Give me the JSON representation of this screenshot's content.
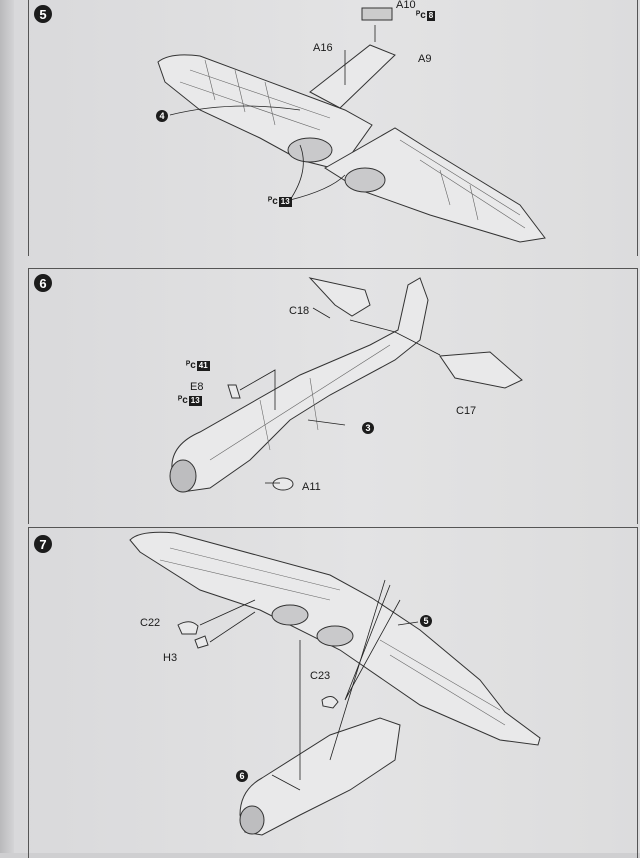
{
  "steps": {
    "s5": {
      "number": "5",
      "labels": {
        "a10": "A10",
        "a16": "A16",
        "a9": "A9"
      },
      "sub_ref": "4",
      "paint": [
        {
          "flag": "ᴾc",
          "code": "8"
        },
        {
          "flag": "ᴾc",
          "code": "13"
        }
      ]
    },
    "s6": {
      "number": "6",
      "labels": {
        "c18": "C18",
        "c17": "C17",
        "e8": "E8",
        "a11": "A11"
      },
      "sub_ref": "3",
      "paint": [
        {
          "flag": "ᴾc",
          "code": "41"
        },
        {
          "flag": "ᴾc",
          "code": "13"
        }
      ]
    },
    "s7": {
      "number": "7",
      "labels": {
        "c22": "C22",
        "h3": "H3",
        "c23": "C23"
      },
      "sub_refs": {
        "wing": "5",
        "fuselage": "6"
      }
    }
  }
}
